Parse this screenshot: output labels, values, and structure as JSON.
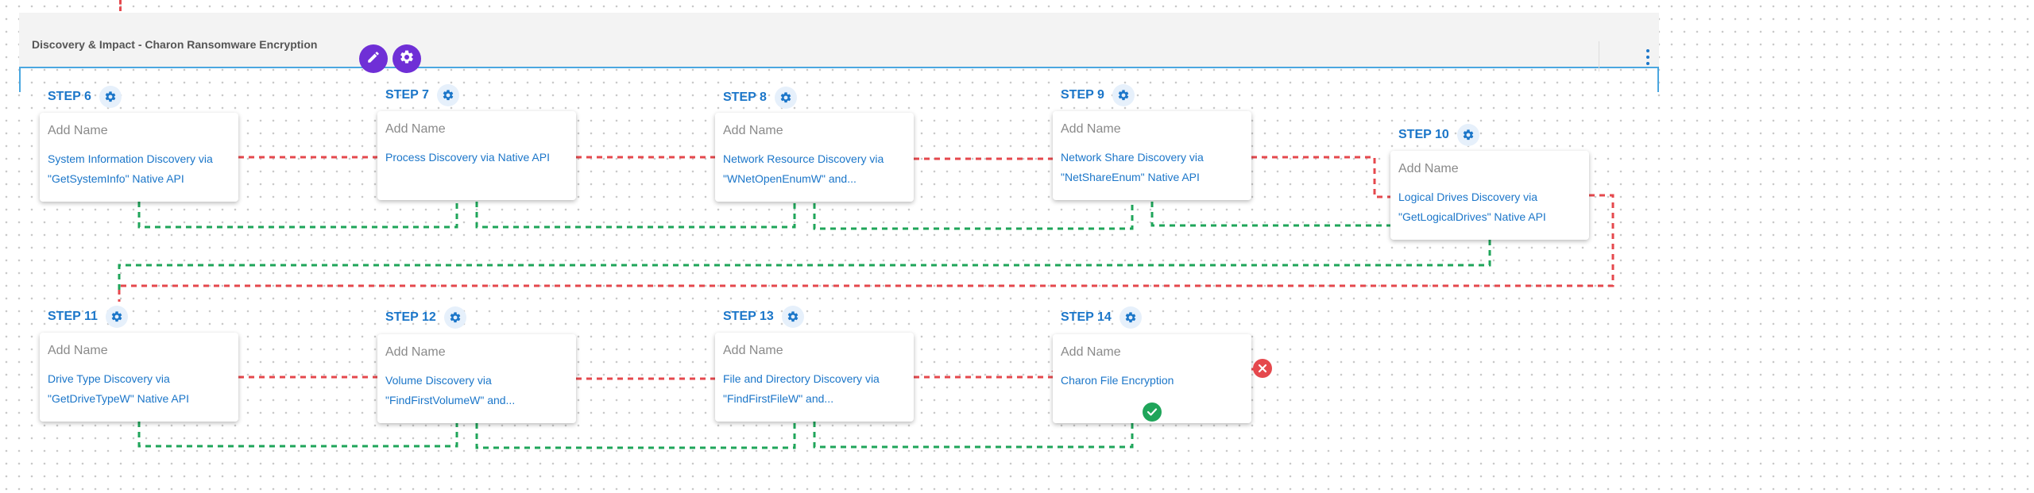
{
  "group": {
    "title": "Discovery & Impact - Charon Ransomware Encryption"
  },
  "icons": {
    "edit": "pencil-icon",
    "group_settings": "gear-icon",
    "menu": "more-vertical-icon",
    "step_settings": "gear-icon",
    "failure": "close-icon",
    "success": "checkmark-icon"
  },
  "colors": {
    "accent": "#1b76c9",
    "header_button": "#6f2fd6",
    "failure_path": "#e5484d",
    "success_path": "#1fa55a"
  },
  "steps": [
    {
      "label": "STEP 6",
      "name": "Add Name",
      "description": "System Information Discovery via \"GetSystemInfo\" Native API"
    },
    {
      "label": "STEP 7",
      "name": "Add Name",
      "description": "Process Discovery via Native API"
    },
    {
      "label": "STEP 8",
      "name": "Add Name",
      "description": "Network Resource Discovery via \"WNetOpenEnumW\" and..."
    },
    {
      "label": "STEP 9",
      "name": "Add Name",
      "description": "Network Share Discovery via \"NetShareEnum\" Native API"
    },
    {
      "label": "STEP 10",
      "name": "Add Name",
      "description": "Logical Drives Discovery via \"GetLogicalDrives\" Native API"
    },
    {
      "label": "STEP 11",
      "name": "Add Name",
      "description": "Drive Type Discovery via \"GetDriveTypeW\" Native API"
    },
    {
      "label": "STEP 12",
      "name": "Add Name",
      "description": "Volume Discovery via \"FindFirstVolumeW\" and..."
    },
    {
      "label": "STEP 13",
      "name": "Add Name",
      "description": "File and Directory Discovery via \"FindFirstFileW\" and..."
    },
    {
      "label": "STEP 14",
      "name": "Add Name",
      "description": "Charon File Encryption"
    }
  ]
}
